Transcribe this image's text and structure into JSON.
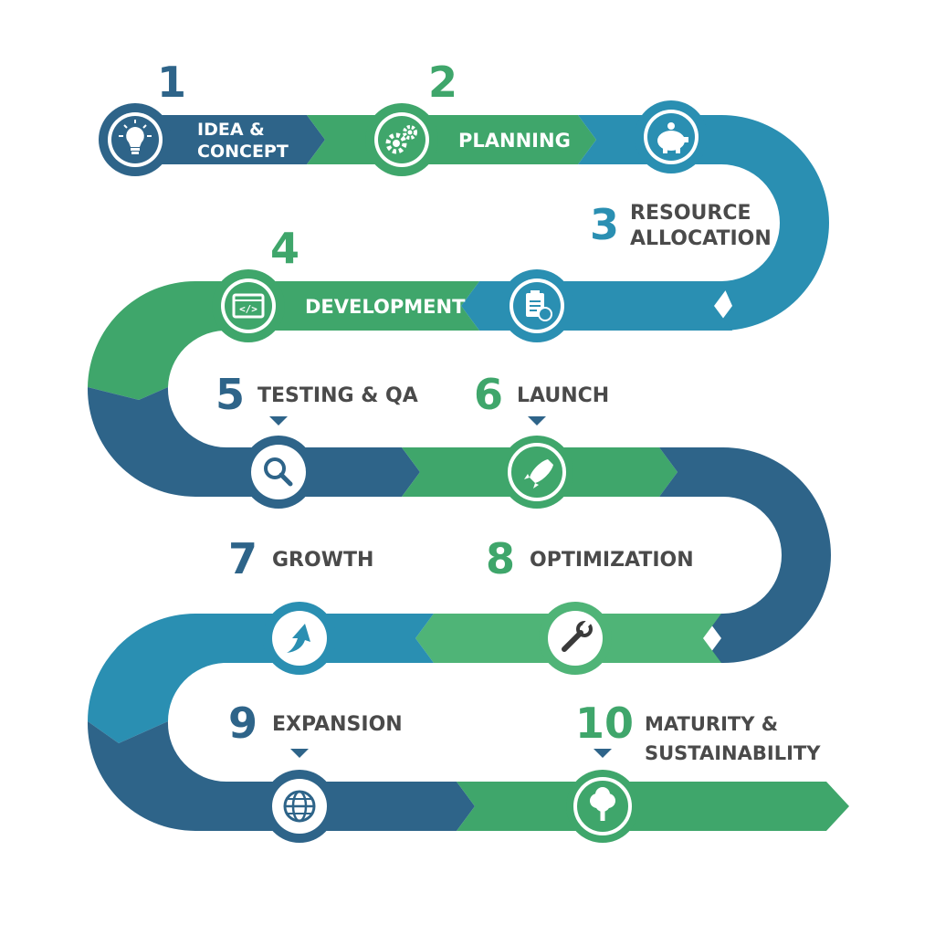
{
  "colors": {
    "navy": "#2e6489",
    "teal": "#2a8fb2",
    "green": "#3fa66b",
    "light_green": "#4fb477",
    "text_gray": "#4a4a4a"
  },
  "steps": [
    {
      "number": "1",
      "lines": [
        "IDEA &",
        "CONCEPT"
      ],
      "icon": "lightbulb-icon"
    },
    {
      "number": "2",
      "lines": [
        "PLANNING"
      ],
      "icon": "gears-icon"
    },
    {
      "number": "3",
      "lines": [
        "RESOURCE",
        "ALLOCATION"
      ],
      "icon": "piggy-bank-icon"
    },
    {
      "number": "4",
      "lines": [
        "DEVELOPMENT"
      ],
      "icon": "code-window-icon"
    },
    {
      "number": "5",
      "lines": [
        "TESTING & QA"
      ],
      "icon": "magnifier-icon"
    },
    {
      "number": "6",
      "lines": [
        "LAUNCH"
      ],
      "icon": "rocket-icon"
    },
    {
      "number": "7",
      "lines": [
        "GROWTH"
      ],
      "icon": "growth-arrow-icon"
    },
    {
      "number": "8",
      "lines": [
        "OPTIMIZATION"
      ],
      "icon": "wrench-icon"
    },
    {
      "number": "9",
      "lines": [
        "EXPANSION"
      ],
      "icon": "globe-icon"
    },
    {
      "number": "10",
      "lines": [
        "MATURITY &",
        "SUSTAINABILITY"
      ],
      "icon": "tree-icon"
    }
  ],
  "extra_icons": [
    "clipboard-icon"
  ]
}
